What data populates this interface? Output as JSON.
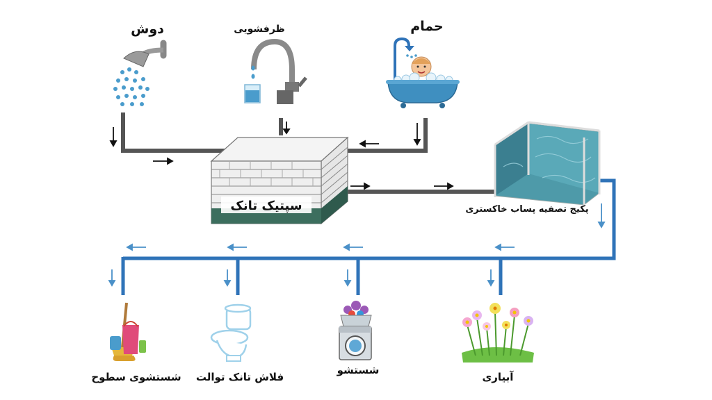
{
  "sources": {
    "shower": "دوش",
    "sink": "ظرفشویی",
    "bath": "حمام"
  },
  "septic_tank": "سپتیک تانک",
  "treatment_unit": "پکیج تصفیه پساب خاکستری",
  "uses": {
    "floor_washing": "شستشوی سطوح",
    "toilet_flush": "فلاش تانک توالت",
    "laundry": "شستشو",
    "irrigation": "آبیاری"
  },
  "colors": {
    "grey_pipe": "#555555",
    "clean_pipe": "#2f73b8",
    "arrow_dark": "#111111",
    "arrow_blue": "#4a90c8",
    "water": "#3f8fc0",
    "tank_water": "#4e9aa9"
  }
}
